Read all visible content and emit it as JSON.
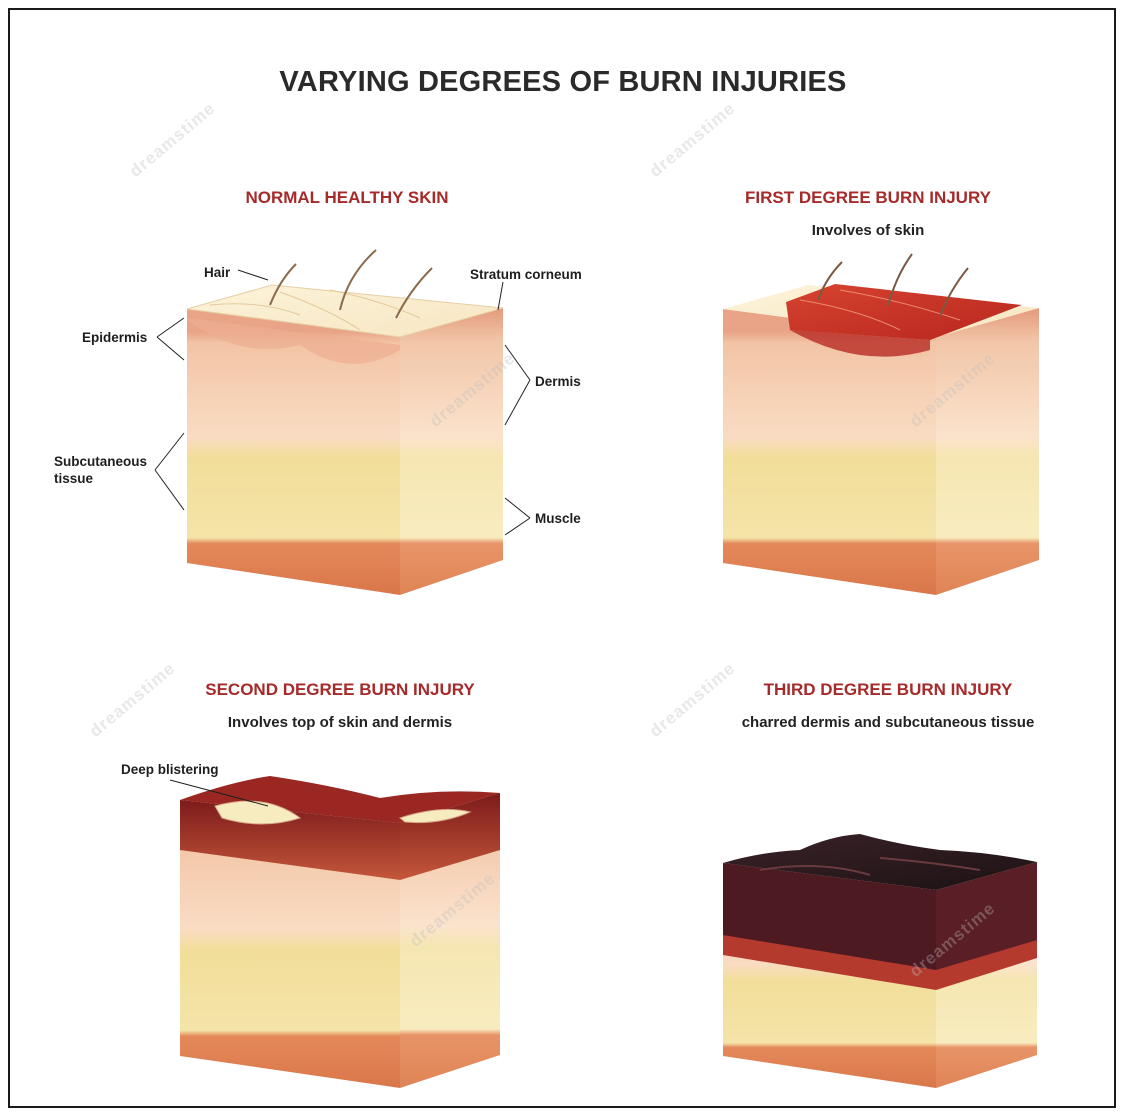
{
  "title": "VARYING DEGREES OF BURN INJURIES",
  "watermark": "dreamstime",
  "colors": {
    "title": "#2a2a2a",
    "panel_title": "#a62a2a",
    "skin_top": "#fbefcf",
    "epidermis": "#e9a487",
    "dermis": "#f8d6b8",
    "subcutaneous": "#f1dc98",
    "muscle": "#e0804e",
    "burn_red": "#c8382a",
    "blister_dark": "#8c1f1c",
    "char": "#2a1a1c"
  },
  "panels": [
    {
      "title": "NORMAL HEALTHY SKIN",
      "subtitle": "",
      "labels": {
        "hair": "Hair",
        "stratum_corneum": "Stratum corneum",
        "epidermis": "Epidermis",
        "dermis": "Dermis",
        "subcutaneous": "Subcutaneous tissue",
        "muscle": "Muscle"
      }
    },
    {
      "title": "FIRST DEGREE BURN INJURY",
      "subtitle": "Involves of skin"
    },
    {
      "title": "SECOND DEGREE BURN INJURY",
      "subtitle": "Involves top of skin and dermis",
      "labels": {
        "blistering": "Deep blistering"
      }
    },
    {
      "title": "THIRD DEGREE BURN INJURY",
      "subtitle": "charred  dermis and subcutaneous tissue"
    }
  ]
}
